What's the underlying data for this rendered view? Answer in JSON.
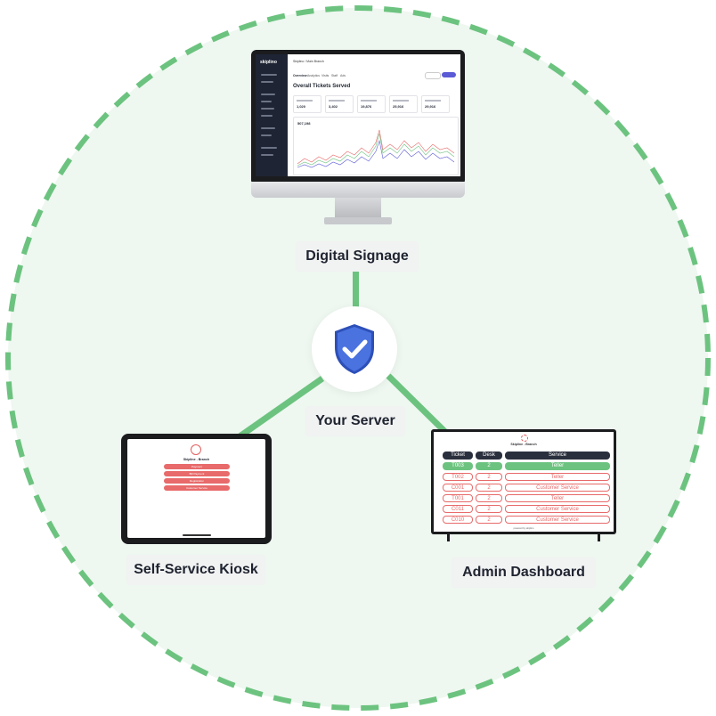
{
  "diagram": {
    "nodes": {
      "digital_signage": "Digital Signage",
      "your_server": "Your Server",
      "kiosk": "Self-Service Kiosk",
      "admin_dashboard": "Admin Dashboard"
    },
    "colors": {
      "ring": "#6cc37f",
      "fill": "#eef7f0",
      "connector": "#6cc37f",
      "shield": "#3d67d8",
      "accent_red": "#e86a6a",
      "accent_green": "#6cc37f"
    }
  },
  "monitor_screen": {
    "logo": "skiplino",
    "breadcrumb": "Skiplino / Main Branch",
    "tabs": [
      "Overview",
      "Analytics",
      "Visits",
      "Staff",
      "Ads"
    ],
    "heading": "Overall Tickets Served",
    "stats": [
      "1,020",
      "3,402",
      "19,876",
      "25,916",
      "29,916"
    ],
    "chart_value": "507,198"
  },
  "kiosk_screen": {
    "title": "Skipline - Branch",
    "buttons": [
      "Payment",
      "Bill Payment",
      "Registration",
      "Customer Service"
    ]
  },
  "tv_screen": {
    "title": "Skipline - Branch",
    "headers": [
      "Ticket",
      "Desk",
      "Service"
    ],
    "rows": [
      {
        "ticket": "T003",
        "desk": "2",
        "service": "Teller",
        "active": true
      },
      {
        "ticket": "T002",
        "desk": "2",
        "service": "Teller",
        "active": false
      },
      {
        "ticket": "C001",
        "desk": "2",
        "service": "Customer Service",
        "active": false
      },
      {
        "ticket": "T001",
        "desk": "2",
        "service": "Teller",
        "active": false
      },
      {
        "ticket": "C011",
        "desk": "2",
        "service": "Customer Service",
        "active": false
      },
      {
        "ticket": "C010",
        "desk": "2",
        "service": "Customer Service",
        "active": false
      }
    ],
    "footer": "powered by skiplino"
  }
}
